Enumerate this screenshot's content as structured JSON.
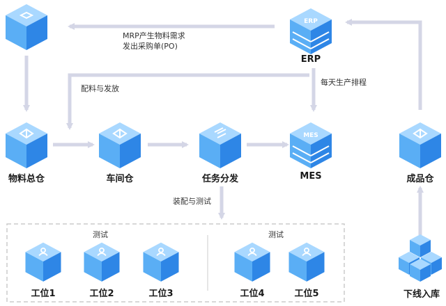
{
  "nodes": {
    "top_left": {
      "label": ""
    },
    "erp": {
      "label": "ERP",
      "badge": "ERP"
    },
    "material_warehouse": {
      "label": "物料总仓"
    },
    "workshop_warehouse": {
      "label": "车间仓"
    },
    "task_dispatch": {
      "label": "任务分发"
    },
    "mes": {
      "label": "MES",
      "badge": "MES"
    },
    "finished_warehouse": {
      "label": "成品仓"
    },
    "offline_storage": {
      "label": "下线入库"
    }
  },
  "edges": {
    "erp_to_warehouse": {
      "line1": "MRP产生物料需求",
      "line2": "发出采购单(PO)"
    },
    "material_dispatch": {
      "label": "配料与发放"
    },
    "daily_schedule": {
      "label": "每天生产排程"
    },
    "assembly_test": {
      "label": "装配与测试"
    }
  },
  "test_groups": [
    {
      "label": "测试"
    },
    {
      "label": "测试"
    }
  ],
  "workstations": [
    {
      "label": "工位1"
    },
    {
      "label": "工位2"
    },
    {
      "label": "工位3"
    },
    {
      "label": "工位4"
    },
    {
      "label": "工位5"
    }
  ],
  "colors": {
    "cube_top": "#a9d8ff",
    "cube_left": "#5aaef5",
    "cube_right": "#2e86e6",
    "arrow": "#d4d6e6",
    "dashed_box": "#cccccc"
  }
}
